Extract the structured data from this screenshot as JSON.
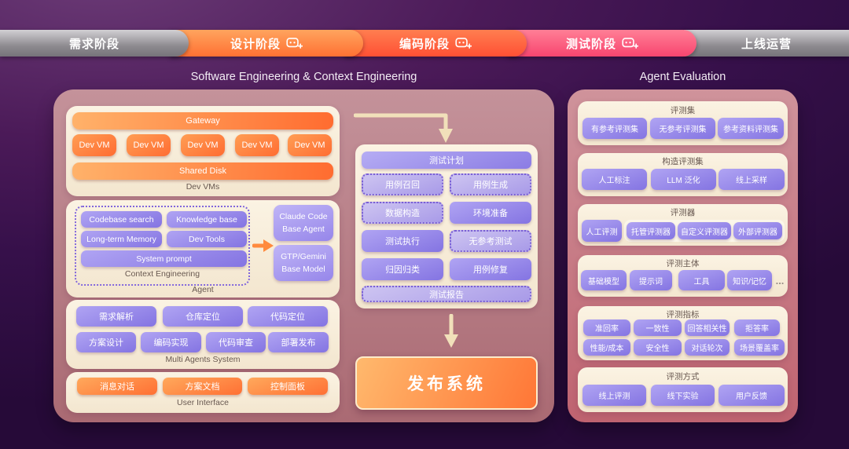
{
  "phases": [
    {
      "label": "需求阶段",
      "has_icon": false
    },
    {
      "label": "设计阶段",
      "has_icon": true
    },
    {
      "label": "编码阶段",
      "has_icon": true
    },
    {
      "label": "测试阶段",
      "has_icon": true
    },
    {
      "label": "上线运营",
      "has_icon": false
    }
  ],
  "left_panel": {
    "title": "Software Engineering & Context Engineering",
    "dev_vms": {
      "gateway": "Gateway",
      "vms": [
        "Dev VM",
        "Dev VM",
        "Dev VM",
        "Dev VM",
        "Dev VM"
      ],
      "shared_disk": "Shared Disk",
      "label": "Dev VMs"
    },
    "agent": {
      "context_engineering": {
        "items": [
          "Codebase search",
          "Knowledge base",
          "Long-term Memory",
          "Dev Tools",
          "System prompt"
        ],
        "label": "Context Engineering"
      },
      "base_boxes": [
        {
          "title": "Claude Code",
          "subtitle": "Base Agent"
        },
        {
          "title": "GTP/Gemini",
          "subtitle": "Base Model"
        }
      ],
      "label": "Agent"
    },
    "multi_agents": {
      "row1": [
        "需求解析",
        "仓库定位",
        "代码定位"
      ],
      "row2": [
        "方案设计",
        "编码实现",
        "代码审查",
        "部署发布"
      ],
      "label": "Multi Agents System"
    },
    "user_interface": {
      "items": [
        "消息对话",
        "方案文档",
        "控制面板"
      ],
      "label": "User Interface"
    }
  },
  "test_panel": {
    "plan": "测试计划",
    "cells": [
      "用例召回",
      "用例生成",
      "数据构造",
      "环境准备",
      "测试执行",
      "无参考测试",
      "归因归类",
      "用例修复"
    ],
    "report": "测试报告",
    "release": "发布系统"
  },
  "right_panel": {
    "title": "Agent Evaluation",
    "eval_set": {
      "label": "评测集",
      "items": [
        "有参考评测集",
        "无参考评测集",
        "参考资料评测集"
      ]
    },
    "construct": {
      "label": "构造评测集",
      "items": [
        "人工标注",
        "LLM 泛化",
        "线上采样"
      ]
    },
    "evaluators": {
      "label": "评测器",
      "standalone": "人工评测",
      "grouped": [
        "托管评测器",
        "自定义评测器",
        "外部评测器"
      ]
    },
    "subjects": {
      "label": "评测主体",
      "items": [
        "基础模型",
        "提示词",
        "工具",
        "知识/记忆"
      ],
      "more": "..."
    },
    "metrics": {
      "label": "评测指标",
      "row1": [
        "准回率",
        "一致性",
        "回答相关性",
        "拒答率"
      ],
      "row2": [
        "性能/成本",
        "安全性",
        "对话轮次",
        "场景覆盖率"
      ]
    },
    "methods": {
      "label": "评测方式",
      "items": [
        "线上评测",
        "线下实验",
        "用户反馈"
      ]
    }
  },
  "colors": {
    "phase_gray": "#8e8b90",
    "phase_orange": "#ff7a3c",
    "phase_red": "#ff5034",
    "phase_pink": "#f8456f",
    "purple_node": "#8474e2",
    "orange_node": "#ff7a38",
    "cream_panel": "#f8edda",
    "rose_panel_left": "#b57f88",
    "rose_panel_right": "#c57883",
    "background": "#3a1150",
    "arrow": "#f1e0ba"
  }
}
